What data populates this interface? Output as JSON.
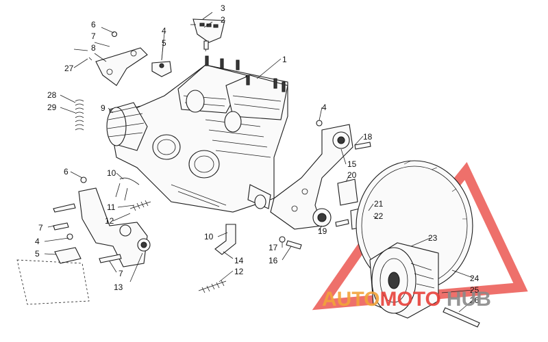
{
  "callouts": {
    "c1": "1",
    "c2": "2",
    "c3": "3",
    "c4a": "4",
    "c4b": "4",
    "c4c": "4",
    "c5a": "5",
    "c5b": "5",
    "c6a": "6",
    "c6b": "6",
    "c7a": "7",
    "c7b": "7",
    "c7c": "7",
    "c8": "8",
    "c9": "9",
    "c10a": "10",
    "c10b": "10",
    "c11": "11",
    "c12a": "12",
    "c12b": "12",
    "c13": "13",
    "c14": "14",
    "c15": "15",
    "c16": "16",
    "c17": "17",
    "c18": "18",
    "c19": "19",
    "c20": "20",
    "c21": "21",
    "c22": "22",
    "c23": "23",
    "c24": "24",
    "c25": "25",
    "c26": "26",
    "c27": "27",
    "c28": "28",
    "c29": "29"
  },
  "watermark": {
    "part1": "AUTO",
    "part2": "MOTO",
    "part3": "HUB",
    "color_red": "#e8403a",
    "color_orange": "#f2a33a",
    "color_gray": "#8a8a8a"
  }
}
